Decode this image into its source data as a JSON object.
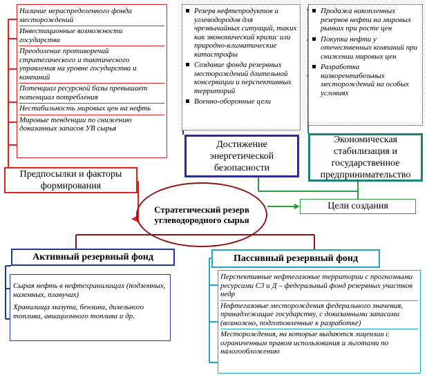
{
  "prerequisites": [
    "Наличие нераспределенного фонда месторождений",
    "Инвестиционные возможности государства",
    "Преодоление противоречий стратегического и тактического управления на уровне государства и компаний",
    "Потенциал ресурсной базы превышает потенциал потребления",
    "Нестабильность мировых цен на нефть",
    "Мировые тенденции по снижению доказанных запасов УВ сырья"
  ],
  "energy_measures": [
    "Резерв нефтепродуктов и углеводородов для чрезвычайных ситуаций, таких как экономический кризис или природно-климатические катастрофы",
    "Создание фонда резервных месторождений длительной консервации и перспективных территорий",
    "Военно-оборонные цели"
  ],
  "econ_measures": [
    "Продажа накопленных резервов нефти на мировых рынках при росте цен",
    "Покупка нефти у отечественных компаний при снижении мировых цен",
    "Разработка низкорентабельных месторождений на особых условиях"
  ],
  "energy_goal": "Достижение энергетической безопасности",
  "econ_goal": "Экономическая стабилизация и государственное предпринимательство",
  "factors_label": "Предпосылки и факторы формирования",
  "center_label": "Стратегический резерв углеводородного сырья",
  "goals_label": "Цели создания",
  "active_fund": {
    "title": "Активный резервный фонд",
    "items": [
      "Сырая нефть в нефтехранилищах (подземных, наземных, плавучих)",
      "Хранилища мазута, бензина, дизельного топлива, авиационного топлива и др."
    ]
  },
  "passive_fund": {
    "title": "Пассивный резервный фонд",
    "items": [
      "Перспективные нефтегазовые территории с прогнозными ресурсами С3 и Д – федеральный фонд резервных участков недр",
      "Нефтегазовые месторождения федерального значения, принадлежащие государству, с доказанными запасами (возможно, подготовленные к разработке)",
      "Месторождения, на которые выдаются лицензии с ограниченным правом использования и льготами по налогообложению"
    ]
  },
  "colors": {
    "red": "#e0201c",
    "navy": "#2a2e8f",
    "teal": "#1f7f79",
    "green": "#2e9a3a",
    "maroon": "#8a1414",
    "blue": "#1f3a93",
    "cyan": "#1aa7c8"
  }
}
